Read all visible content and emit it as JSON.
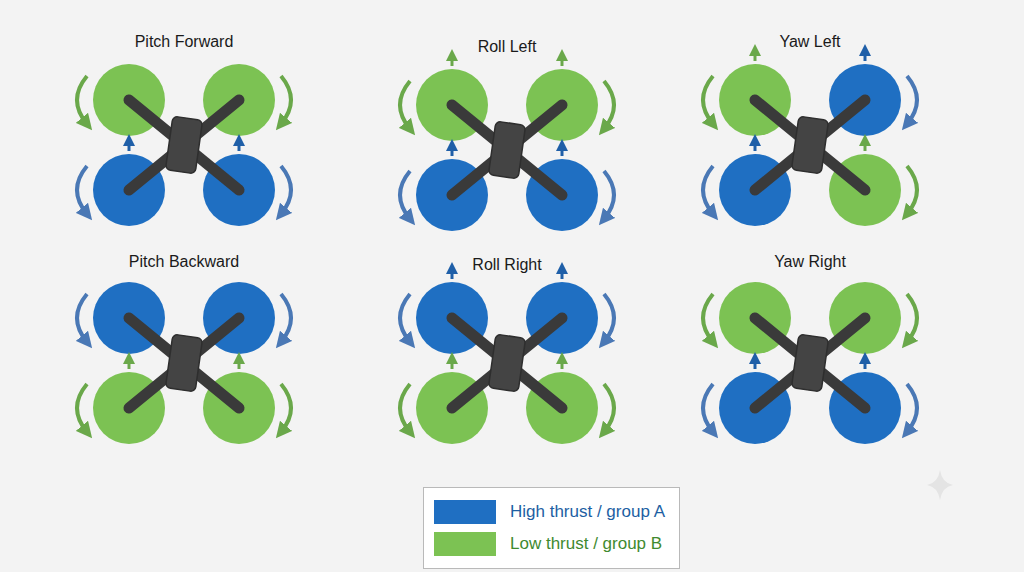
{
  "diagram": {
    "labels": [
      "Pitch Forward",
      "Roll Left",
      "Yaw Left",
      "Pitch Backward",
      "Roll Right",
      "Yaw Right"
    ],
    "legend": [
      {
        "text": "High thrust / group A",
        "color": "#1f6fc2"
      },
      {
        "text": "Low thrust / group B",
        "color": "#7cc253"
      }
    ]
  }
}
